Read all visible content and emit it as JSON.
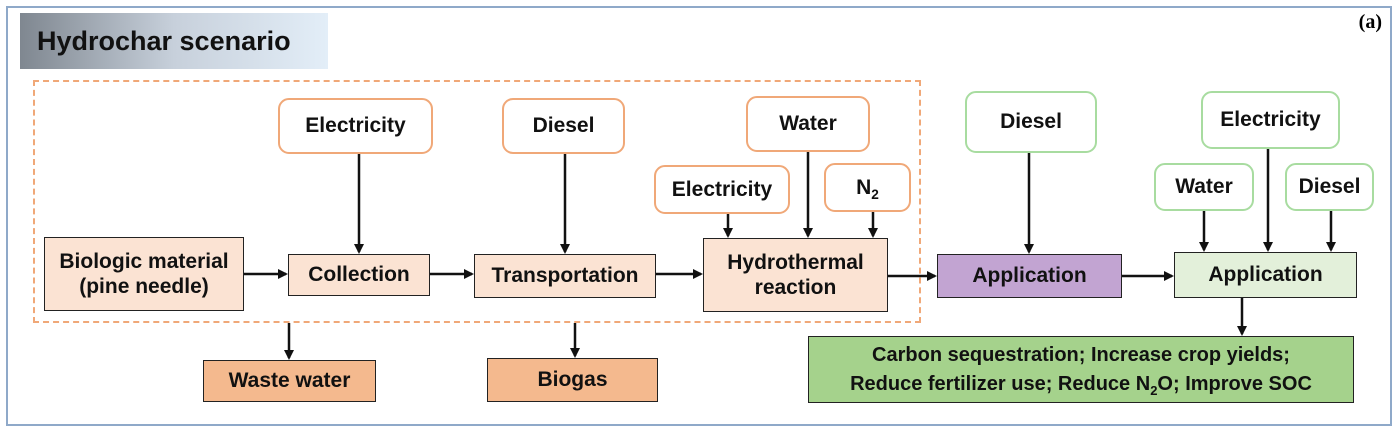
{
  "title": "Hydrochar scenario",
  "panel_label": "(a)",
  "inputs": {
    "collection_electricity": "Electricity",
    "transport_diesel": "Diesel",
    "hydro_water": "Water",
    "hydro_electricity": "Electricity",
    "hydro_n2_base": "N",
    "hydro_n2_sub": "2",
    "application1_diesel": "Diesel",
    "application2_electricity": "Electricity",
    "application2_water": "Water",
    "application2_diesel": "Diesel"
  },
  "steps": {
    "biologic_line1": "Biologic material",
    "biologic_line2": "(pine needle)",
    "collection": "Collection",
    "transportation": "Transportation",
    "hydro_line1": "Hydrothermal",
    "hydro_line2": "reaction",
    "application1": "Application",
    "application2": "Application"
  },
  "outputs": {
    "waste_water": "Waste water",
    "biogas": "Biogas"
  },
  "benefits": {
    "line1": "Carbon sequestration; Increase crop yields;",
    "line2_a": "Reduce fertilizer use; Reduce N",
    "line2_sub": "2",
    "line2_b": "O; Improve SOC"
  }
}
